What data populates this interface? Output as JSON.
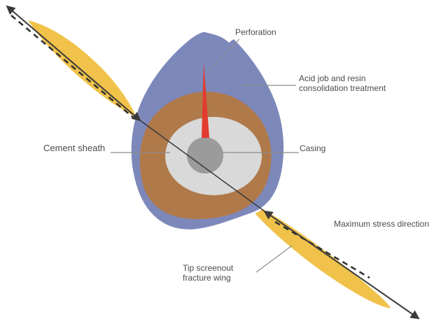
{
  "diagram": {
    "labels": {
      "perforation": "Perforation",
      "acid_job_line1": "Acid job and resin",
      "acid_job_line2": "consolidation treatment",
      "cement_sheath": "Cement sheath",
      "casing": "Casing",
      "maximum_stress": "Maximum stress direction",
      "tip_screenout_line1": "Tip screenout",
      "tip_screenout_line2": "fracture wing"
    },
    "colors": {
      "treatment_zone": "#7d88ba",
      "acidized_zone": "#b0794a",
      "cement_sheath": "#d8d9d8",
      "casing": "#9b9b9b",
      "fracture_wing": "#f0c24a",
      "perforation": "#e23b30",
      "arrow": "#3a3a3a",
      "leader_line": "#8c8c8c",
      "label_text": "#4b4b4b",
      "background": "#ffffff"
    }
  }
}
